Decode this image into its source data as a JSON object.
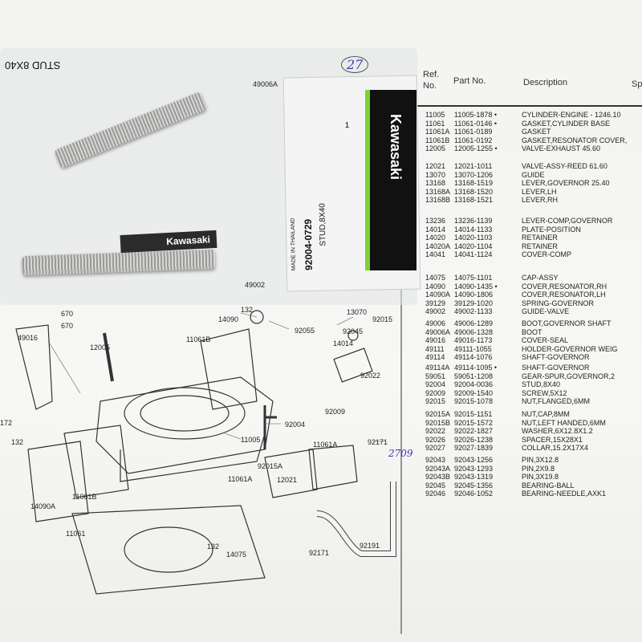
{
  "sheet": {
    "headers": {
      "ref": "Ref.\nNo.",
      "part": "Part No.",
      "desc": "Description",
      "sp": "Sp"
    },
    "groups": [
      [
        [
          "11005",
          "11005-1878 •",
          "CYLINDER-ENGINE - 1246.10"
        ],
        [
          "11061",
          "11061-0146 •",
          "GASKET,CYLINDER BASE"
        ],
        [
          "11061A",
          "11061-0189",
          "GASKET"
        ],
        [
          "11061B",
          "11061-0192",
          "GASKET,RESONATOR COVER,"
        ],
        [
          "12005",
          "12005-1255 •",
          "VALVE-EXHAUST 45.60"
        ]
      ],
      [
        [
          "12021",
          "12021-1011",
          "VALVE-ASSY-REED 61.60"
        ],
        [
          "13070",
          "13070-1206",
          "GUIDE"
        ],
        [
          "13168",
          "13168-1519",
          "LEVER,GOVERNOR 25.40"
        ],
        [
          "13168A",
          "13168-1520",
          "LEVER,LH"
        ],
        [
          "13168B",
          "13168-1521",
          "LEVER,RH"
        ]
      ],
      [
        [
          "13236",
          "13236-1139",
          "LEVER-COMP,GOVERNOR"
        ],
        [
          "14014",
          "14014-1133",
          "PLATE-POSITION"
        ],
        [
          "14020",
          "14020-1103",
          "RETAINER"
        ],
        [
          "14020A",
          "14020-1104",
          "RETAINER"
        ],
        [
          "14041",
          "14041-1124",
          "COVER-COMP"
        ]
      ],
      [
        [
          "14075",
          "14075-1101",
          "CAP-ASSY"
        ],
        [
          "14090",
          "14090-1435 •",
          "COVER,RESONATOR,RH"
        ],
        [
          "14090A",
          "14090-1806",
          "COVER,RESONATOR,LH"
        ],
        [
          "39129",
          "39129-1020",
          "SPRING-GOVERNOR"
        ],
        [
          "49002",
          "49002-1133",
          "GUIDE-VALVE"
        ]
      ],
      [
        [
          "49006",
          "49006-1289",
          "BOOT,GOVERNOR SHAFT"
        ],
        [
          "49006A",
          "49006-1328",
          "BOOT"
        ],
        [
          "49016",
          "49016-1173",
          "COVER-SEAL"
        ],
        [
          "49111",
          "49111-1055",
          "HOLDER-GOVERNOR WEIG"
        ],
        [
          "49114",
          "49114-1076",
          "SHAFT-GOVERNOR"
        ]
      ],
      [
        [
          "49114A",
          "49114-1095 •",
          "SHAFT-GOVERNOR"
        ],
        [
          "59051",
          "59051-1208",
          "GEAR-SPUR,GOVERNOR,2"
        ],
        [
          "92004",
          "92004-0036",
          "STUD,8X40"
        ],
        [
          "92009",
          "92009-1540",
          "SCREW,5X12"
        ],
        [
          "92015",
          "92015-1078",
          "NUT,FLANGED,6MM"
        ]
      ],
      [
        [
          "92015A",
          "92015-1151",
          "NUT,CAP,8MM"
        ],
        [
          "92015B",
          "92015-1572",
          "NUT,LEFT HANDED,6MM"
        ],
        [
          "92022",
          "92022-1827",
          "WASHER,6X12.8X1.2"
        ],
        [
          "92026",
          "92026-1238",
          "SPACER,15X28X1"
        ],
        [
          "92027",
          "92027-1839",
          "COLLAR,15.2X17X4"
        ]
      ],
      [
        [
          "92043",
          "92043-1256",
          "PIN,3X12.8"
        ],
        [
          "92043A",
          "92043-1293",
          "PIN,2X9.8"
        ],
        [
          "92043B",
          "92043-1319",
          "PIN,3X19.8"
        ],
        [
          "92045",
          "92045-1356",
          "BEARING-BALL"
        ],
        [
          "92046",
          "92046-1052",
          "BEARING-NEEDLE,AXK1"
        ]
      ]
    ]
  },
  "diagram_labels": [
    "49006A",
    "670",
    "670",
    "12005",
    "49016",
    "132",
    "14090",
    "11061B",
    "92055",
    "13070",
    "92015",
    "92045",
    "14014",
    "92022",
    "92009",
    "92004",
    "11005",
    "92015A",
    "12021",
    "11061A",
    "11061A",
    "92171",
    "132",
    "11061B",
    "14090A",
    "11061",
    "132",
    "14075",
    "92171",
    "92191",
    "172",
    "49002"
  ],
  "handwritten": {
    "page": "27",
    "note": "2709"
  },
  "package": {
    "brand": "Kawasaki",
    "part_number": "92004-0729",
    "description": "STUD,8X40",
    "origin": "MADE IN THAILAND",
    "qty": "1",
    "top_label": "STUD 8X40",
    "side_code": "92004-0729"
  }
}
